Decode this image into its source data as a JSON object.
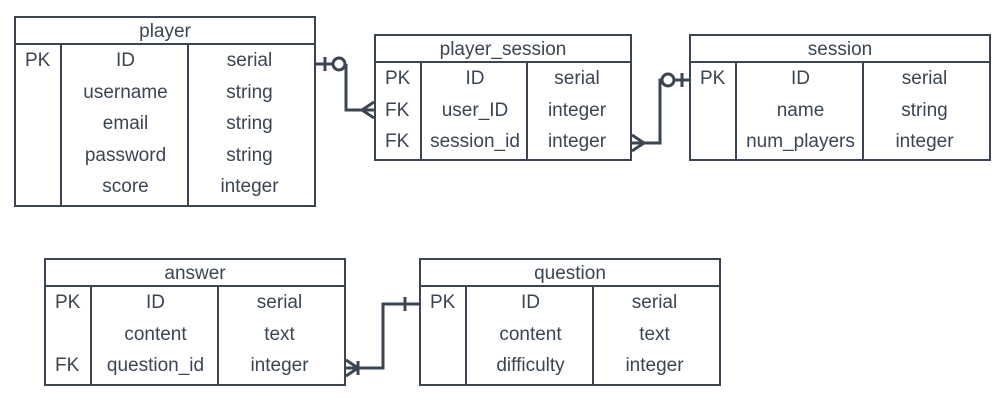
{
  "entities": {
    "player": {
      "title": "player",
      "rows": [
        {
          "key": "PK",
          "name": "ID",
          "type": "serial"
        },
        {
          "key": "",
          "name": "username",
          "type": "string"
        },
        {
          "key": "",
          "name": "email",
          "type": "string"
        },
        {
          "key": "",
          "name": "password",
          "type": "string"
        },
        {
          "key": "",
          "name": "score",
          "type": "integer"
        }
      ]
    },
    "player_session": {
      "title": "player_session",
      "rows": [
        {
          "key": "PK",
          "name": "ID",
          "type": "serial"
        },
        {
          "key": "FK",
          "name": "user_ID",
          "type": "integer"
        },
        {
          "key": "FK",
          "name": "session_id",
          "type": "integer"
        }
      ]
    },
    "session": {
      "title": "session",
      "rows": [
        {
          "key": "PK",
          "name": "ID",
          "type": "serial"
        },
        {
          "key": "",
          "name": "name",
          "type": "string"
        },
        {
          "key": "",
          "name": "num_players",
          "type": "integer"
        }
      ]
    },
    "answer": {
      "title": "answer",
      "rows": [
        {
          "key": "PK",
          "name": "ID",
          "type": "serial"
        },
        {
          "key": "",
          "name": "content",
          "type": "text"
        },
        {
          "key": "FK",
          "name": "question_id",
          "type": "integer"
        }
      ]
    },
    "question": {
      "title": "question",
      "rows": [
        {
          "key": "PK",
          "name": "ID",
          "type": "serial"
        },
        {
          "key": "",
          "name": "content",
          "type": "text"
        },
        {
          "key": "",
          "name": "difficulty",
          "type": "integer"
        }
      ]
    }
  },
  "relationships": [
    {
      "from": "player.ID",
      "to": "player_session.user_ID",
      "from_end": "zero-or-one",
      "to_end": "many"
    },
    {
      "from": "player_session.session_id",
      "to": "session.ID",
      "from_end": "many",
      "to_end": "zero-or-one"
    },
    {
      "from": "answer.question_id",
      "to": "question.ID",
      "from_end": "one-or-many",
      "to_end": "one"
    }
  ]
}
